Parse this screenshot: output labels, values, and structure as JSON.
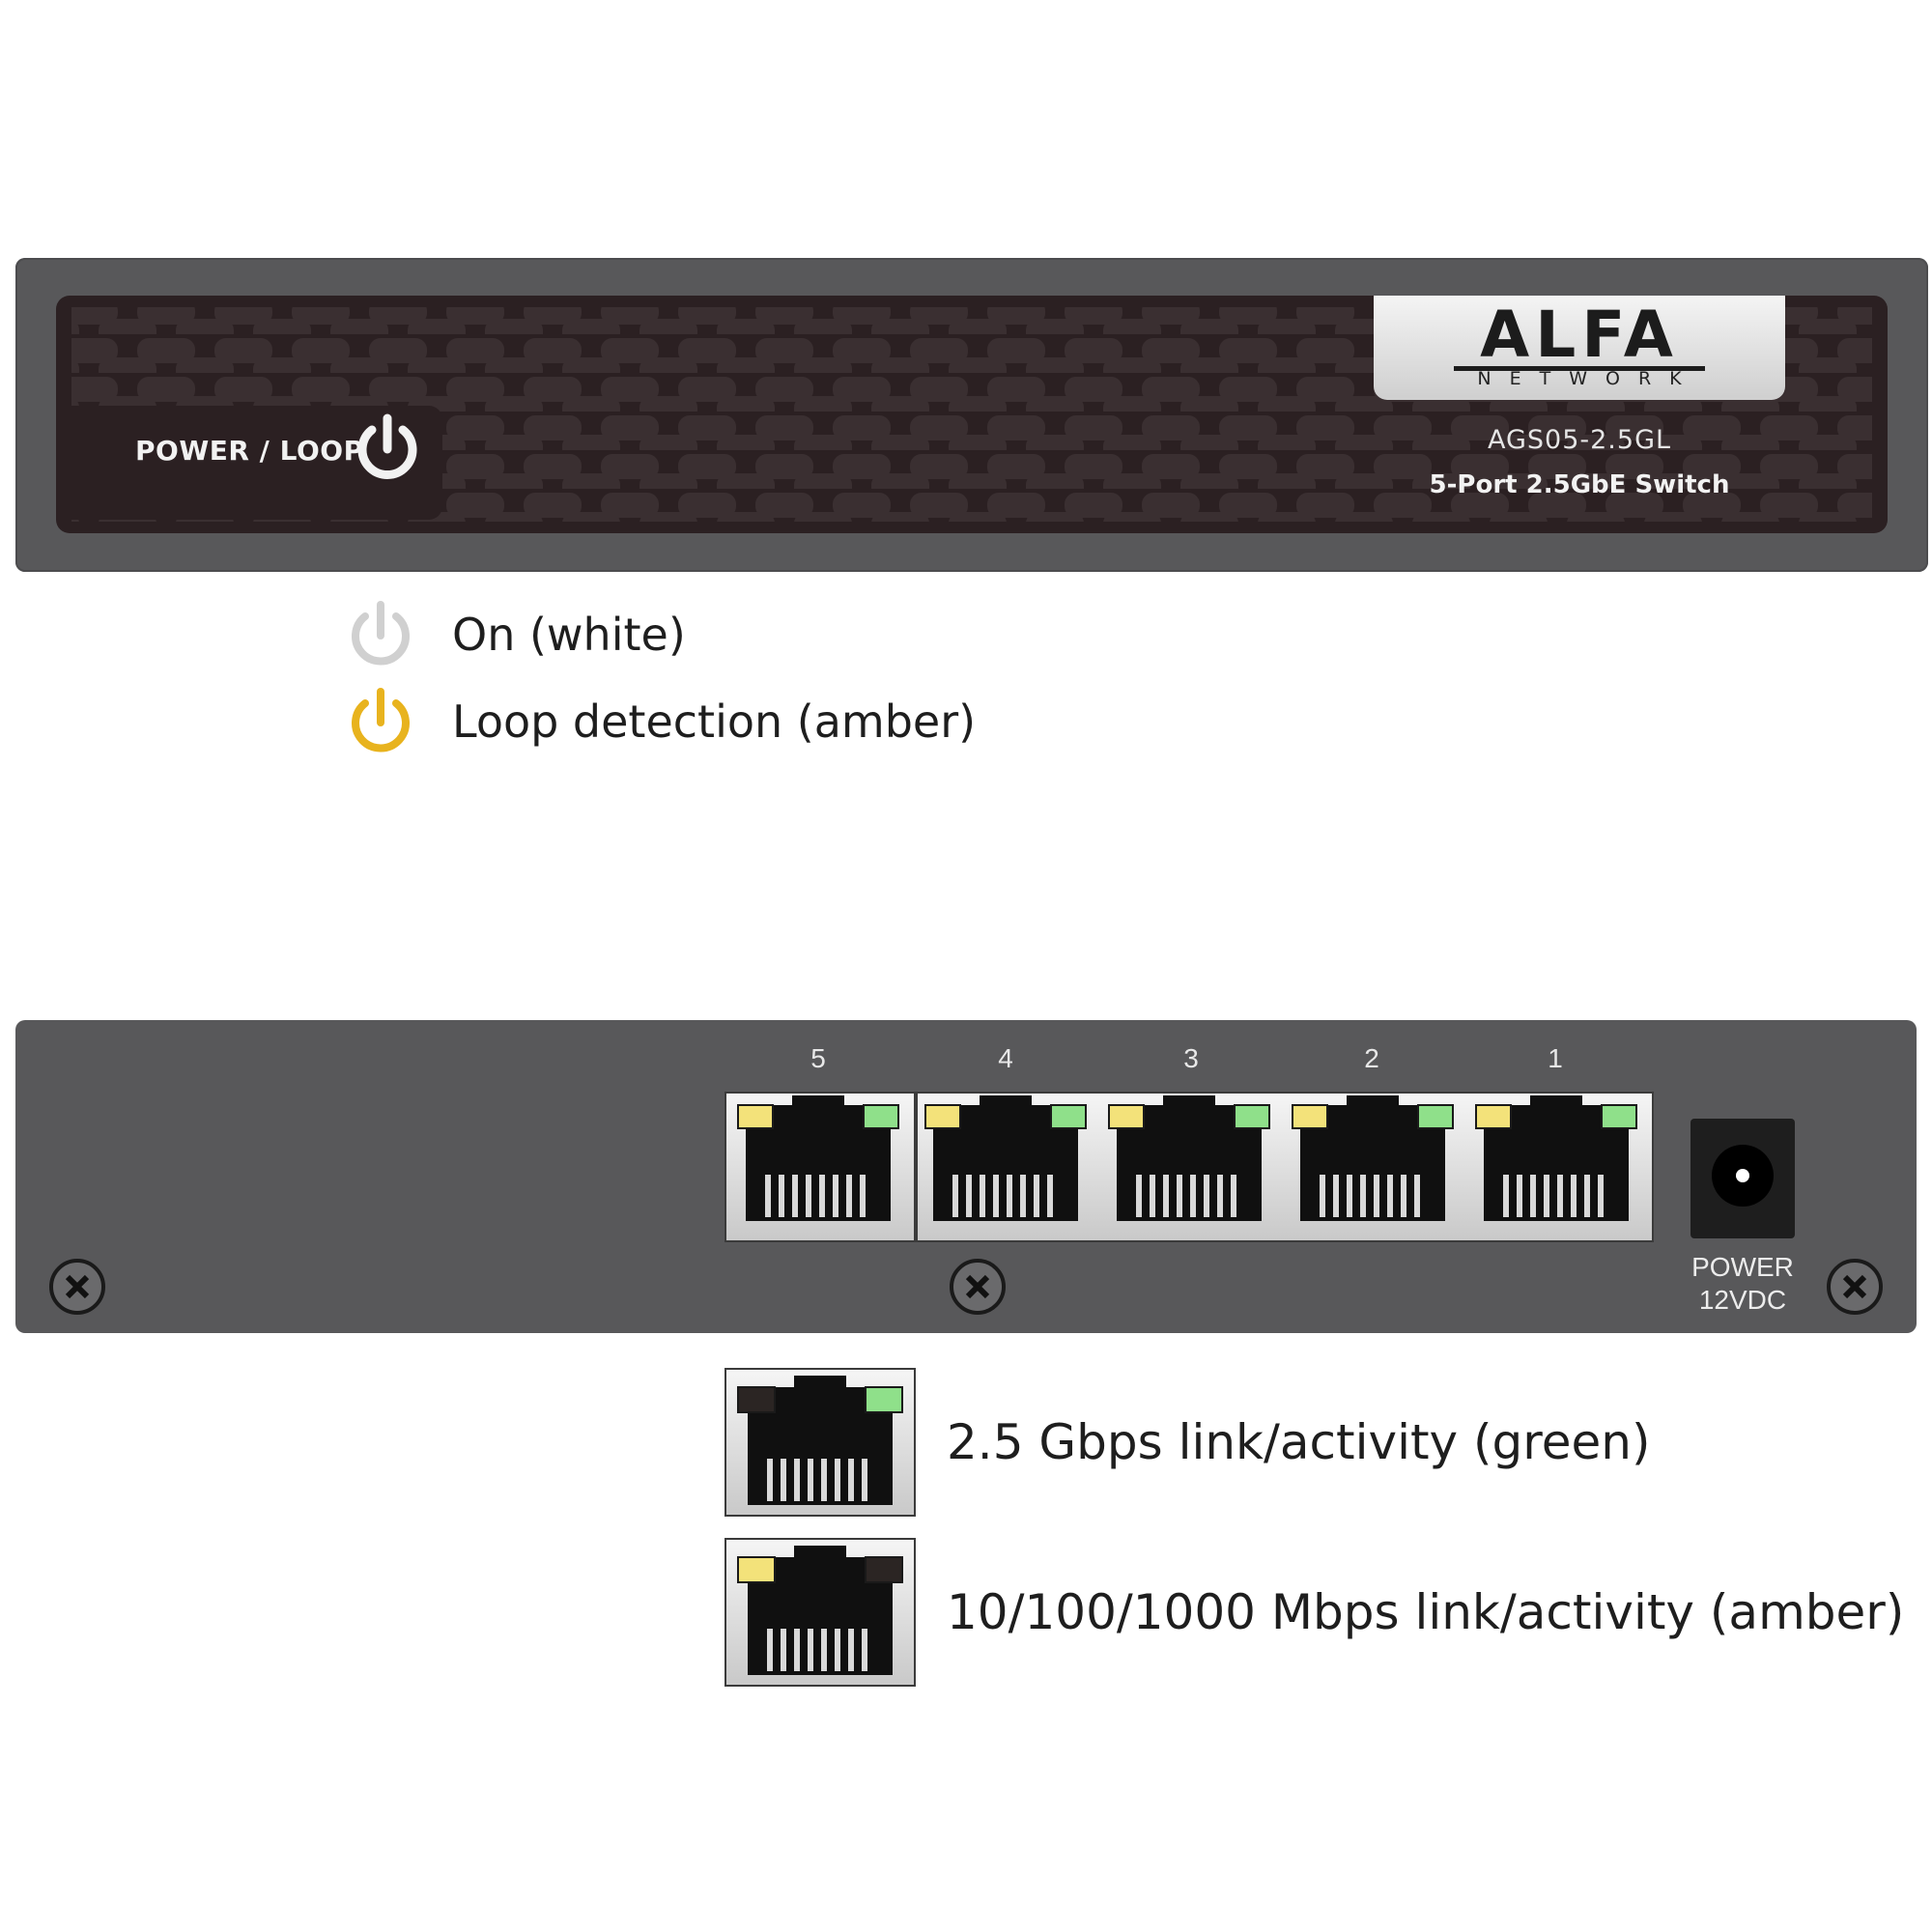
{
  "front_panel": {
    "power_loop_label": "POWER / LOOP",
    "brand": "ALFA",
    "brand_sub": "NETWORK",
    "model": "AGS05-2.5GL",
    "subtitle": "5-Port 2.5GbE Switch"
  },
  "power_legend": [
    {
      "text": "On (white)",
      "color": "#d0d0d0"
    },
    {
      "text": "Loop detection (amber)",
      "color": "#e8b31e"
    }
  ],
  "rear_panel": {
    "ports": [
      "5",
      "4",
      "3",
      "2",
      "1"
    ],
    "power_jack_label_line1": "POWER",
    "power_jack_label_line2": "12VDC"
  },
  "port_legend": [
    {
      "text": "2.5 Gbps link/activity (green)",
      "led": "green"
    },
    {
      "text": "10/100/1000 Mbps link/activity (amber)",
      "led": "amber"
    }
  ],
  "colors": {
    "chassis": "#58585a",
    "face": "#2b2022",
    "led_green": "#8fe08a",
    "led_amber": "#f3e27a",
    "amber_icon": "#e8b31e",
    "white_icon": "#d0d0d0"
  }
}
